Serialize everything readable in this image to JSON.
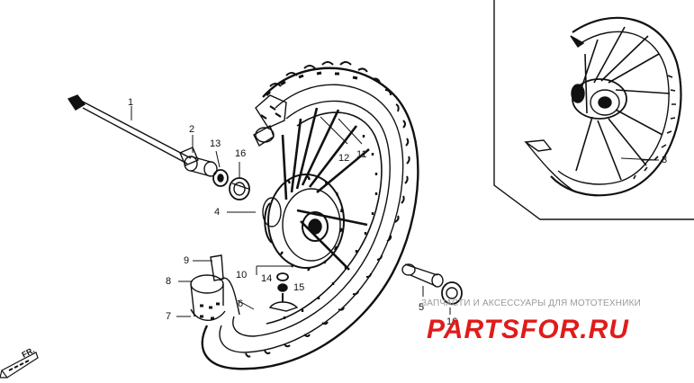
{
  "callouts": {
    "c1": "1",
    "c2": "2",
    "c13": "13",
    "c16a": "16",
    "c12": "12",
    "c11": "11",
    "c3": "3",
    "c4": "4",
    "c9": "9",
    "c10": "10",
    "c14": "14",
    "c15": "15",
    "c8": "8",
    "c6": "6",
    "c7": "7",
    "c5": "5",
    "c16b": "16",
    "fr": "FR."
  },
  "watermark": {
    "text": "ЗАПЧАСТИ И АКСЕССУАРЫ ДЛЯ МОТОТЕХНИКИ",
    "brand": "PARTSFOR.RU"
  },
  "colors": {
    "ink": "#111111",
    "brand": "#e01b1b",
    "watermark": "#9a9a9a"
  }
}
